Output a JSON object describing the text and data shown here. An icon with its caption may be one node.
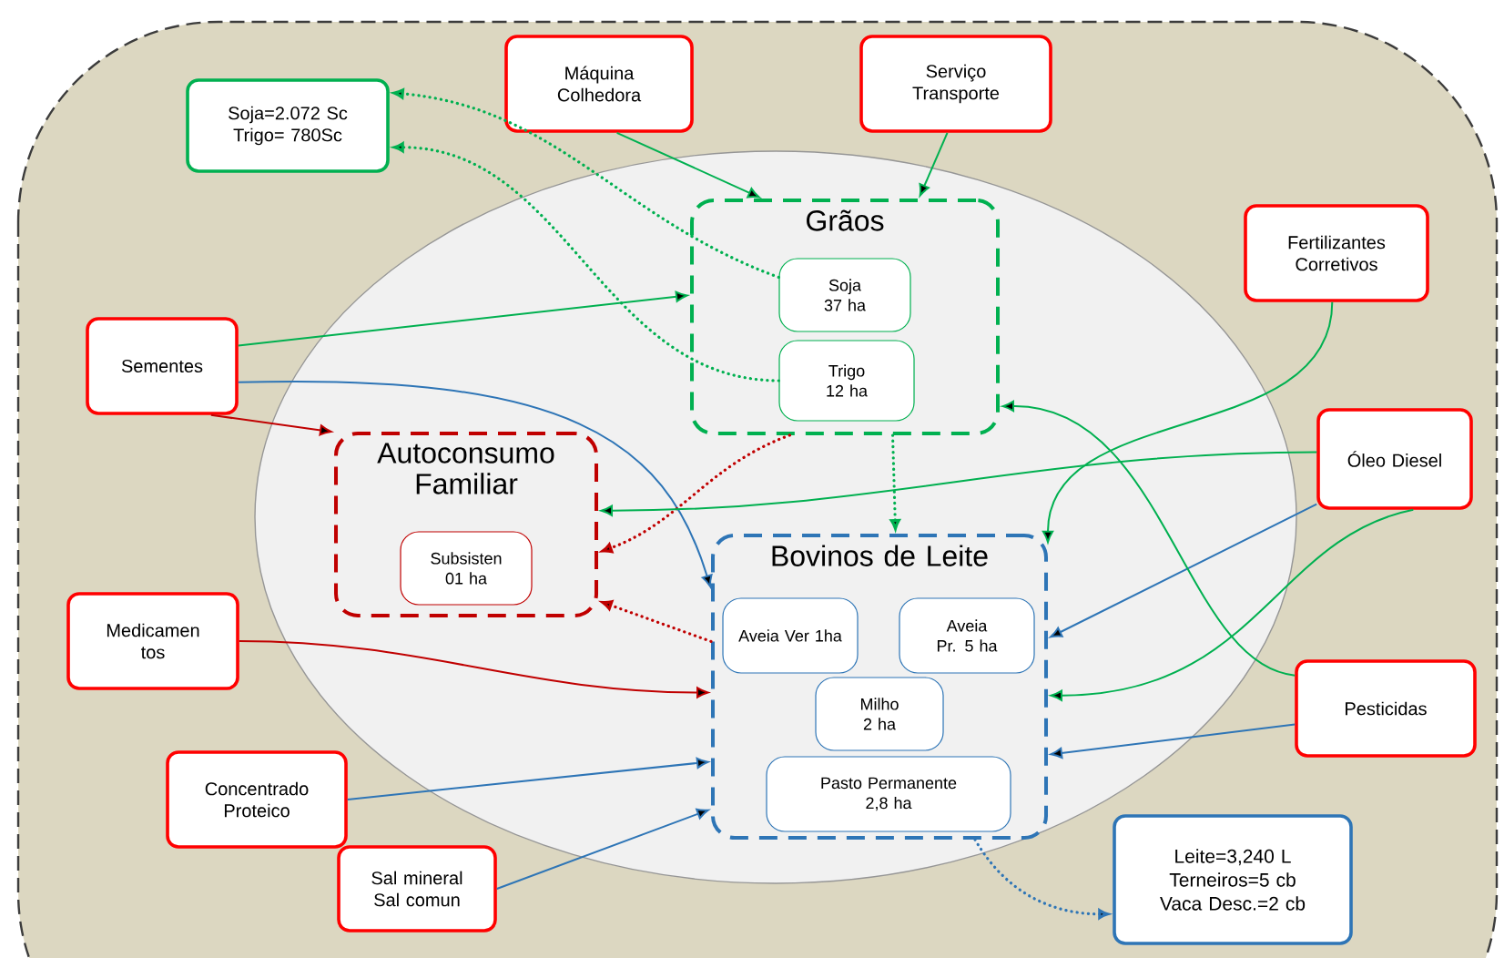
{
  "diagram": {
    "nodes": [
      {
        "text": [
          "Soja=2.072 Sc",
          "Trigo= 780Sc"
        ]
      },
      {
        "text": [
          "Máquina Colhedora"
        ]
      },
      {
        "text": [
          "Serviço Transporte"
        ]
      },
      {
        "text": [
          "Grãos"
        ]
      },
      {
        "text": [
          "Soja 37 ha"
        ],
        "in": 3
      },
      {
        "text": [
          "Trigo 12 ha"
        ],
        "in": 3
      },
      {
        "text": [
          "Fertilizantes Corretivos"
        ]
      },
      {
        "text": [
          "Sementes"
        ]
      },
      {
        "text": [
          "Autoconsumo Familiar"
        ]
      },
      {
        "text": [
          "Subsisten 01 ha"
        ],
        "in": 8
      },
      {
        "text": [
          "Óleo Diesel"
        ]
      },
      {
        "text": [
          "Bovinos de Leite"
        ]
      },
      {
        "text": [
          "Aveia Ver 1ha"
        ],
        "in": 11
      },
      {
        "text": [
          "Aveia Pr. 5 ha"
        ],
        "in": 11
      },
      {
        "text": [
          "Milho 2 ha"
        ],
        "in": 11
      },
      {
        "text": [
          "Pasto Permanente 2,8 ha"
        ],
        "in": 11
      },
      {
        "text": [
          "Medicamen tos"
        ]
      },
      {
        "text": [
          "Pesticidas"
        ]
      },
      {
        "text": [
          "Concentrado Proteico"
        ]
      },
      {
        "text": [
          "Sal mineral Sal comun"
        ]
      },
      {
        "text": [
          "Leite=3,240 L",
          "Terneiros=5 cb",
          "Vaca Desc.=2 cb"
        ]
      }
    ],
    "edges": [
      {
        "from": 1,
        "to": 3,
        "arrow": "to"
      },
      {
        "from": 2,
        "to": 3,
        "arrow": "to"
      },
      {
        "from": 4,
        "to": 0,
        "arrow": "to",
        "style": "dashed"
      },
      {
        "from": 5,
        "to": 0,
        "arrow": "to",
        "style": "dashed"
      },
      {
        "from": 7,
        "to": 3,
        "arrow": "to"
      },
      {
        "from": 7,
        "to": 11,
        "arrow": "to",
        "color": "#2e75b6"
      },
      {
        "from": 7,
        "to": 8,
        "arrow": "to",
        "color": "#c00000"
      },
      {
        "from": 3,
        "to": 8,
        "arrow": "to",
        "style": "dashed",
        "color": "#c00000"
      },
      {
        "from": 3,
        "to": 11,
        "arrow": "to",
        "style": "dashed"
      },
      {
        "from": 11,
        "to": 8,
        "arrow": "to",
        "style": "dashed",
        "color": "#c00000"
      },
      {
        "from": 6,
        "to": 11,
        "arrow": "to"
      },
      {
        "from": 10,
        "to": 8,
        "arrow": "to"
      },
      {
        "from": 10,
        "to": 11,
        "arrow": "to",
        "color": "#2e75b6"
      },
      {
        "from": 17,
        "to": 3,
        "arrow": "to"
      },
      {
        "from": 17,
        "to": 11,
        "arrow": "to",
        "color": "#2e75b6"
      },
      {
        "from": 10,
        "to": 11,
        "arrow": "to"
      },
      {
        "from": 16,
        "to": 11,
        "arrow": "to",
        "color": "#c00000"
      },
      {
        "from": 18,
        "to": 11,
        "arrow": "to",
        "color": "#2e75b6"
      },
      {
        "from": 19,
        "to": 11,
        "arrow": "to",
        "color": "#2e75b6"
      },
      {
        "from": 11,
        "to": 20,
        "arrow": "to",
        "style": "dashed",
        "color": "#2e75b6"
      }
    ]
  }
}
